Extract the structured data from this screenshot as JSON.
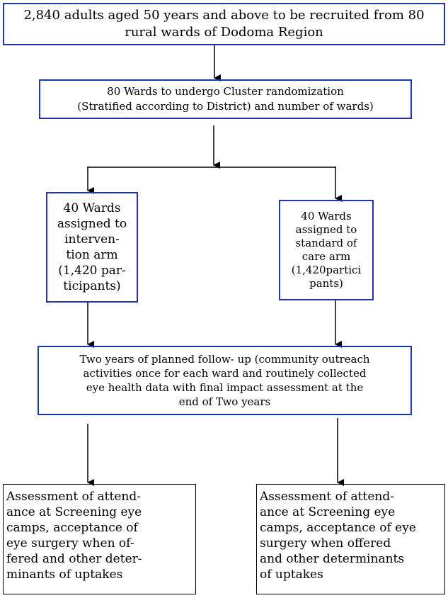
{
  "nodes": {
    "recruitment": "2,840 adults aged 50 years and above to be recruited from 80\nrural wards of Dodoma Region",
    "randomization": "80 Wards to undergo Cluster randomization\n(Stratified according to District) and number of wards)",
    "intervention_arm": "40 Wards\nassigned to\ninterven-\ntion arm\n(1,420 par-\nticipants)",
    "standard_arm": "40 Wards\nassigned to\nstandard of\ncare arm\n(1,420partici\npants)",
    "follow_up": "Two years of planned follow- up (community outreach\nactivities once for each ward and routinely collected\neye health data with final impact assessment at the\nend of Two years",
    "assessment_left": "Assessment of attend-\nance at Screening eye\ncamps, acceptance of\neye surgery when of-\nfered and other deter-\nminants of uptakes",
    "assessment_right": "Assessment of attend-\nance at Screening eye\ncamps, acceptance of eye\nsurgery when offered\nand other determinants\nof uptakes"
  },
  "colors": {
    "box_border": "#1f35b5",
    "final_box_border": "#000000",
    "arrow": "#000000"
  }
}
